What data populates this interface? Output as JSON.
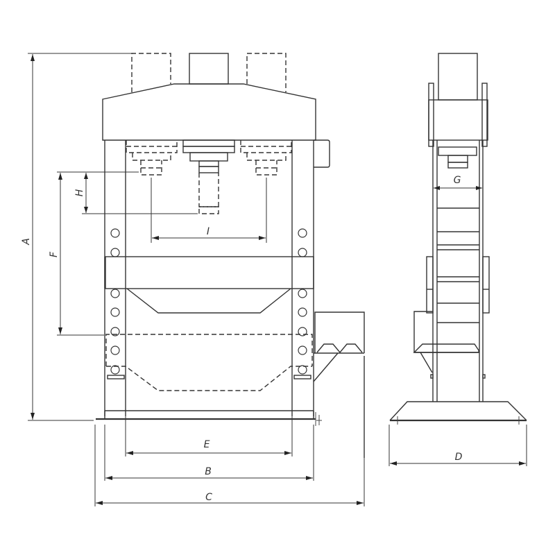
{
  "drawing": {
    "type": "technical-dimension-drawing",
    "subject": "hydraulic workshop press",
    "views": [
      "front-view",
      "side-view"
    ],
    "line_color": "#333333",
    "background": "#ffffff"
  },
  "dimensions": {
    "A": {
      "label": "A",
      "meaning": "overall height",
      "view": "front-view"
    },
    "B": {
      "label": "B",
      "meaning": "frame width",
      "view": "front-view"
    },
    "C": {
      "label": "C",
      "meaning": "overall width incl. side tray",
      "view": "front-view"
    },
    "D": {
      "label": "D",
      "meaning": "base depth",
      "view": "side-view"
    },
    "E": {
      "label": "E",
      "meaning": "working width between uprights",
      "view": "front-view"
    },
    "F": {
      "label": "F",
      "meaning": "max. working height",
      "view": "front-view"
    },
    "G": {
      "label": "G",
      "meaning": "frame depth",
      "view": "side-view"
    },
    "H": {
      "label": "H",
      "meaning": "piston stroke",
      "view": "front-view"
    },
    "I": {
      "label": "I",
      "meaning": "cylinder lateral travel",
      "view": "front-view"
    }
  }
}
